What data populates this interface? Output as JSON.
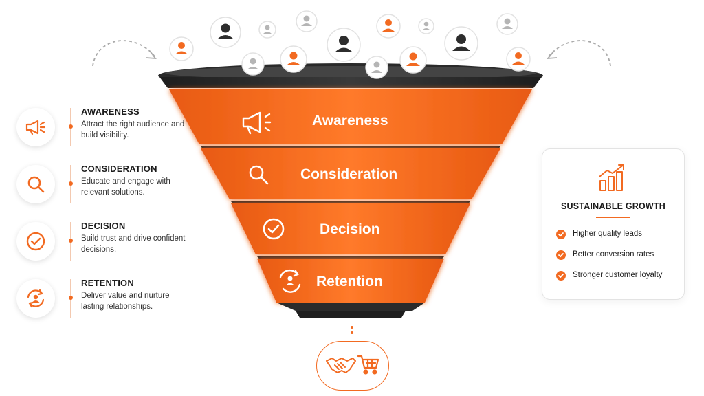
{
  "stages": [
    {
      "title": "AWARENESS",
      "description": "Attract the right audience and build visibility.",
      "band_label": "Awareness",
      "icon": "megaphone-icon"
    },
    {
      "title": "CONSIDERATION",
      "description": "Educate and engage with relevant solutions.",
      "band_label": "Consideration",
      "icon": "search-icon"
    },
    {
      "title": "DECISION",
      "description": "Build trust and drive confident decisions.",
      "band_label": "Decision",
      "icon": "check-circle-icon"
    },
    {
      "title": "RETENTION",
      "description": "Deliver value and nurture lasting relationships.",
      "band_label": "Retention",
      "icon": "refresh-user-icon"
    }
  ],
  "growth": {
    "title": "SUSTAINABLE GROWTH",
    "icon": "growth-chart-icon",
    "benefits": [
      "Higher quality leads",
      "Better conversion rates",
      "Stronger customer loyalty"
    ]
  },
  "outcome_icons": [
    "handshake-icon",
    "cart-icon"
  ],
  "colors": {
    "accent": "#f26a21",
    "dark": "#2b2b2b",
    "gray": "#b5b5b5"
  }
}
